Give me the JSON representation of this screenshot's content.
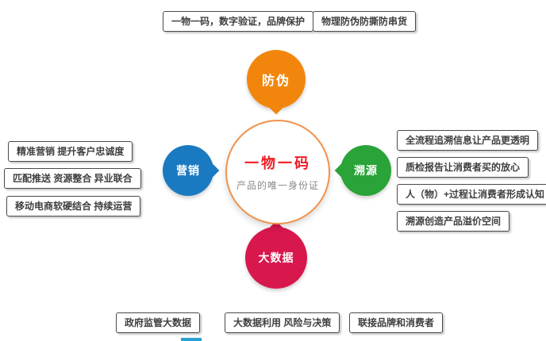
{
  "center": {
    "title": "一物一码",
    "subtitle": "产品的唯一身份证",
    "title_color": "#ed1c24",
    "ring_color": "#f0924c"
  },
  "nodes": {
    "top": {
      "label": "防伪",
      "color": "#f2860d"
    },
    "right": {
      "label": "溯源",
      "color": "#2aa338"
    },
    "bottom": {
      "label": "大数据",
      "color": "#d8174d"
    },
    "left": {
      "label": "营销",
      "color": "#1a7ac1"
    }
  },
  "boxes": {
    "top": [
      "一物一码，数字验证，品牌保护",
      "物理防伪防撕防串货"
    ],
    "left": [
      "精准营销 提升客户忠诚度",
      "匹配推送 资源整合 异业联合",
      "移动电商软硬结合 持续运营"
    ],
    "right": [
      "全流程追溯信息让产品更透明",
      "质检报告让消费者买的放心",
      "人（物）+过程让消费者形成认知",
      "溯源创造产品溢价空间"
    ],
    "bottom": [
      "政府监管大数据",
      "大数据利用 风险与决策",
      "联接品牌和消费者"
    ]
  }
}
